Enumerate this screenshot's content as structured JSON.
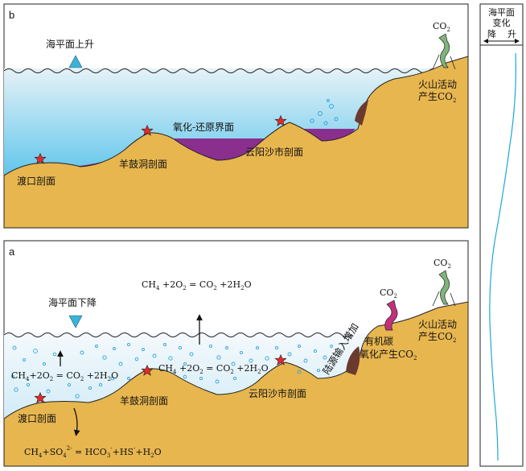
{
  "colors": {
    "sediment": "#E7B64F",
    "water_top": "#E6F2F7",
    "water_bottom": "#1FB0E6",
    "anoxic": "#8B2F8F",
    "star": "#E12A2A",
    "sea_level_marker": "#3BB3D8",
    "co2_volcanic": "#7FB57B",
    "co2_organic": "#C2307A",
    "bubble": "#32A6DD",
    "dark_rock": "#6B3A2E",
    "curve": "#1FA7D8"
  },
  "side_panel": {
    "title_line1": "海平面",
    "title_line2": "变化",
    "fall_label": "降",
    "rise_label": "升"
  },
  "panel_b": {
    "letter": "b",
    "sea_level_label": "海平面上升",
    "redox_label": "氧化-还原界面",
    "section_dukou": "渡口剖面",
    "section_yanggudong": "羊鼓洞剖面",
    "section_yunyang": "云阳沙市剖面",
    "volcanic_line1": "火山活动",
    "volcanic_line2": "产生CO",
    "co2_text": "CO",
    "subscript_2": "2"
  },
  "panel_a": {
    "letter": "a",
    "sea_level_label": "海平面下降",
    "eq_methane_top": "CH  +2O  = CO  +2H O",
    "eq_left": "CH  +2O  = CO  +2H O",
    "eq_mid": "CH  +2O  = CO  +2H O",
    "eq_sulfate": "CH  +SO     = HCO  +HS  +H O",
    "terrigenous_label": "陆源输入增加",
    "organic_line1": "有机碳",
    "organic_line2": "氧化产生CO",
    "volcanic_line1": "火山活动",
    "volcanic_line2": "产生CO",
    "section_dukou": "渡口剖面",
    "section_yanggudong": "羊鼓洞剖面",
    "section_yunyang": "云阳沙市剖面",
    "co2_text": "CO",
    "subscript_2": "2",
    "subscript_4": "4",
    "sulfate_charge": "2-",
    "hco3_sub": "3",
    "hco3_charge": "-",
    "hs_charge": "-"
  }
}
